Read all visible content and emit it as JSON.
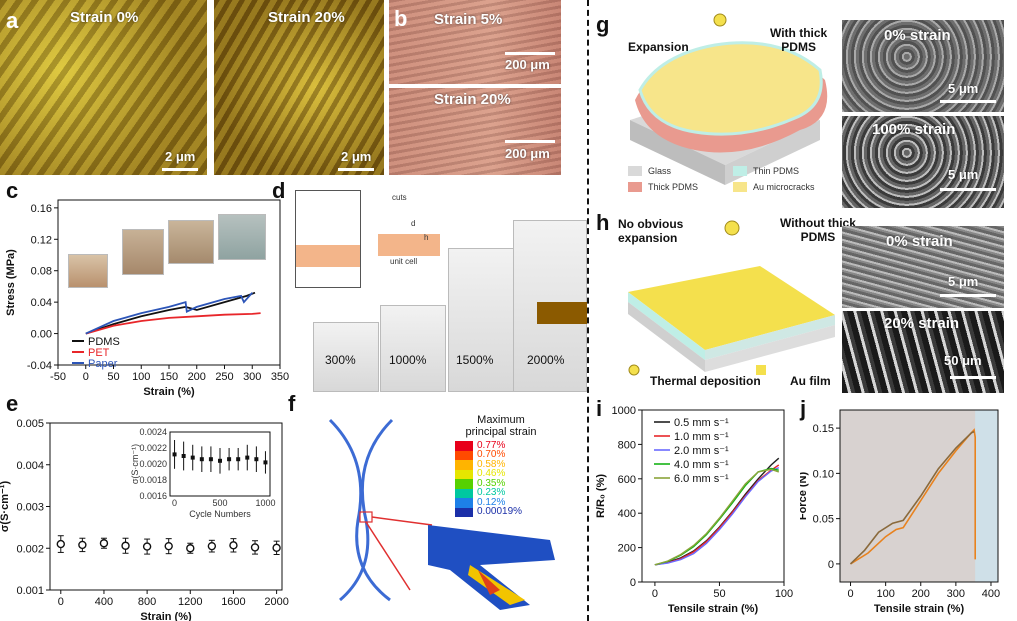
{
  "labels": {
    "a": "a",
    "b": "b",
    "c": "c",
    "d": "d",
    "e": "e",
    "f": "f",
    "g": "g",
    "h": "h",
    "i": "i",
    "j": "j"
  },
  "panel_a": {
    "img1_label": "Strain 0%",
    "img2_label": "Strain 20%",
    "scalebar1": "2 μm",
    "scalebar2": "2 μm"
  },
  "panel_b": {
    "img1_label": "Strain 5%",
    "img1_scale": "200 μm",
    "img2_label": "Strain 20%",
    "img2_scale": "200 μm"
  },
  "panel_d": {
    "cuts": "cuts",
    "unit_cell": "unit cell",
    "d": "d",
    "h": "h",
    "photos": [
      "300%",
      "1000%",
      "1500%",
      "2000%"
    ]
  },
  "panel_f": {
    "legend_title_1": "Maximum",
    "legend_title_2": "principal strain",
    "legend_values": [
      "0.77%",
      "0.70%",
      "0.58%",
      "0.46%",
      "0.35%",
      "0.23%",
      "0.12%",
      "0.00019%"
    ],
    "legend_colors": [
      "#e8001a",
      "#ff4a00",
      "#ffb400",
      "#e6e600",
      "#56d100",
      "#00c8a0",
      "#1d80e8",
      "#1b2fa8"
    ]
  },
  "panel_g": {
    "expansion": "Expansion",
    "title_1": "With thick",
    "title_2": "PDMS",
    "legend": [
      "Glass",
      "Thin PDMS",
      "Thick PDMS",
      "Au microcracks"
    ],
    "legend_colors": [
      "#d9d9d9",
      "#bfeee6",
      "#e99a8f",
      "#f7e58a"
    ],
    "sem1_label": "0% strain",
    "sem1_scale": "5 μm",
    "sem2_label": "100% strain",
    "sem2_scale": "5 μm"
  },
  "panel_h": {
    "no_exp_1": "No obvious",
    "no_exp_2": "expansion",
    "title_1": "Without thick",
    "title_2": "PDMS",
    "thermal": "Thermal deposition",
    "au_film": "Au film",
    "sem1_label": "0% strain",
    "sem1_scale": "5 μm",
    "sem2_label": "20% strain",
    "sem2_scale": "50 μm"
  },
  "colors": {
    "pdms": "#111111",
    "pet": "#e8262a",
    "paper": "#2c55b8",
    "accent_brown": "#8b5a00",
    "au": "#f4e04d"
  },
  "chart_data": [
    {
      "id": "c",
      "type": "line",
      "xlabel": "Strain (%)",
      "ylabel": "Stress (MPa)",
      "xlim": [
        -50,
        350
      ],
      "ylim": [
        -0.04,
        0.17
      ],
      "xticks": [
        -50,
        0,
        50,
        100,
        150,
        200,
        250,
        300,
        350
      ],
      "yticks": [
        -0.04,
        0.0,
        0.04,
        0.08,
        0.12,
        0.16
      ],
      "ytick_labels": [
        "-0.04",
        "0.00",
        "0.04",
        "0.08",
        "0.12",
        "0.16"
      ],
      "legend": "bottom-left",
      "series": [
        {
          "name": "PDMS",
          "color": "#111111",
          "x": [
            0,
            50,
            100,
            150,
            180,
            200,
            250,
            290,
            305
          ],
          "y": [
            0.0,
            0.012,
            0.022,
            0.03,
            0.034,
            0.03,
            0.04,
            0.048,
            0.052
          ]
        },
        {
          "name": "PET",
          "color": "#e8262a",
          "x": [
            0,
            50,
            100,
            150,
            200,
            250,
            300,
            315
          ],
          "y": [
            0.0,
            0.01,
            0.016,
            0.02,
            0.022,
            0.024,
            0.025,
            0.026
          ]
        },
        {
          "name": "Paper",
          "color": "#2c55b8",
          "x": [
            0,
            50,
            100,
            150,
            180,
            182,
            200,
            250,
            280,
            285,
            300
          ],
          "y": [
            0.0,
            0.016,
            0.026,
            0.034,
            0.04,
            0.028,
            0.034,
            0.044,
            0.048,
            0.04,
            0.052
          ]
        }
      ]
    },
    {
      "id": "e",
      "type": "scatter",
      "xlabel": "Strain (%)",
      "ylabel": "σ(S·cm⁻¹)",
      "xlim": [
        -100,
        2050
      ],
      "ylim": [
        0.001,
        0.005
      ],
      "xticks": [
        0,
        400,
        800,
        1200,
        1600,
        2000
      ],
      "yticks": [
        0.001,
        0.002,
        0.003,
        0.004,
        0.005
      ],
      "ytick_labels": [
        "0.001",
        "0.002",
        "0.003",
        "0.004",
        "0.005"
      ],
      "x": [
        0,
        200,
        400,
        600,
        800,
        1000,
        1200,
        1400,
        1600,
        1800,
        2000
      ],
      "y": [
        0.0021,
        0.00208,
        0.00212,
        0.00206,
        0.00204,
        0.00205,
        0.002,
        0.00205,
        0.00207,
        0.00202,
        0.00201
      ],
      "err": [
        0.0002,
        0.00016,
        0.00012,
        0.00018,
        0.00018,
        0.00018,
        0.00012,
        0.00014,
        0.00016,
        0.00016,
        0.00016
      ],
      "inset": {
        "xlabel": "Cycle Numbers",
        "ylabel": "σ(S·cm⁻¹)",
        "xlim": [
          -50,
          1050
        ],
        "ylim": [
          0.0016,
          0.0024
        ],
        "xticks": [
          0,
          500,
          1000
        ],
        "yticks": [
          0.0016,
          0.0018,
          0.002,
          0.0022,
          0.0024
        ],
        "ytick_labels": [
          "0.0016",
          "0.0018",
          "0.0020",
          "0.0022",
          "0.0024"
        ],
        "x": [
          0,
          100,
          200,
          300,
          400,
          500,
          600,
          700,
          800,
          900,
          1000
        ],
        "y": [
          0.00212,
          0.0021,
          0.00208,
          0.00206,
          0.00206,
          0.00204,
          0.00206,
          0.00206,
          0.00208,
          0.00206,
          0.00202
        ],
        "err": [
          0.00018,
          0.00018,
          0.00016,
          0.00016,
          0.00016,
          0.00016,
          0.00014,
          0.00014,
          0.00016,
          0.00016,
          0.00014
        ]
      }
    },
    {
      "id": "i",
      "type": "line",
      "xlabel": "Tensile strain (%)",
      "ylabel": "R/R₀ (%)",
      "xlim": [
        -10,
        100
      ],
      "ylim": [
        0,
        1000
      ],
      "xticks": [
        0,
        50,
        100
      ],
      "yticks": [
        0,
        200,
        400,
        600,
        800,
        1000
      ],
      "legend": "top-left",
      "series": [
        {
          "name": "0.5 mm s⁻¹",
          "color": "#222222",
          "x": [
            0,
            10,
            20,
            30,
            40,
            50,
            60,
            70,
            80,
            90,
            96
          ],
          "y": [
            100,
            115,
            140,
            180,
            240,
            320,
            410,
            510,
            600,
            680,
            720
          ]
        },
        {
          "name": "1.0 mm s⁻¹",
          "color": "#e8262a",
          "x": [
            0,
            10,
            20,
            30,
            40,
            50,
            60,
            70,
            80,
            90,
            96
          ],
          "y": [
            100,
            112,
            135,
            175,
            235,
            315,
            405,
            500,
            590,
            650,
            680
          ]
        },
        {
          "name": "2.0 mm s⁻¹",
          "color": "#6b6bff",
          "x": [
            0,
            10,
            20,
            30,
            40,
            50,
            60,
            70,
            80,
            90,
            96
          ],
          "y": [
            100,
            110,
            130,
            165,
            225,
            305,
            395,
            495,
            585,
            645,
            665
          ]
        },
        {
          "name": "4.0 mm s⁻¹",
          "color": "#17b317",
          "x": [
            0,
            10,
            20,
            30,
            40,
            50,
            60,
            70,
            80,
            90,
            96
          ],
          "y": [
            100,
            120,
            155,
            205,
            275,
            365,
            460,
            560,
            640,
            660,
            650
          ]
        },
        {
          "name": "6.0 mm s⁻¹",
          "color": "#8aa43a",
          "x": [
            0,
            10,
            20,
            30,
            40,
            50,
            60,
            70,
            80,
            90,
            96
          ],
          "y": [
            100,
            122,
            160,
            212,
            282,
            372,
            470,
            570,
            640,
            655,
            640
          ]
        }
      ]
    },
    {
      "id": "j",
      "type": "line",
      "xlabel": "Tensile strain (%)",
      "ylabel": "Force (N)",
      "xlim": [
        -30,
        420
      ],
      "ylim": [
        -0.02,
        0.17
      ],
      "xticks": [
        0,
        100,
        200,
        300,
        400
      ],
      "yticks": [
        0,
        0.05,
        0.1,
        0.15
      ],
      "ytick_labels": [
        "0",
        "0.05",
        "0.10",
        "0.15"
      ],
      "shade_x": [
        355,
        420
      ],
      "series": [
        {
          "name": "",
          "color": "#e8821e",
          "x": [
            0,
            50,
            100,
            130,
            150,
            200,
            250,
            300,
            340,
            352,
            355,
            355
          ],
          "y": [
            0,
            0.012,
            0.03,
            0.038,
            0.04,
            0.07,
            0.1,
            0.125,
            0.143,
            0.148,
            0.14,
            0.005
          ]
        },
        {
          "name": "",
          "color": "#8a6a3c",
          "x": [
            0,
            40,
            80,
            120,
            150,
            200,
            250,
            300,
            345,
            352
          ],
          "y": [
            0,
            0.015,
            0.035,
            0.045,
            0.048,
            0.075,
            0.105,
            0.128,
            0.145,
            0.146
          ]
        }
      ]
    }
  ]
}
